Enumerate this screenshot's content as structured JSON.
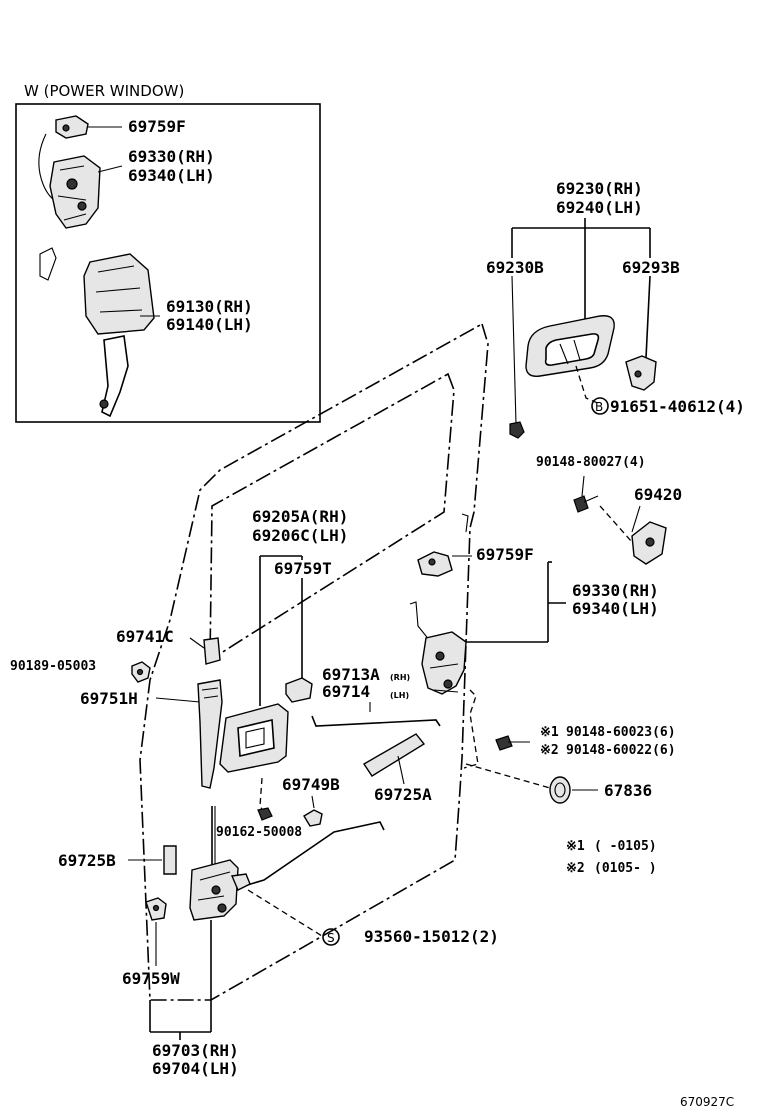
{
  "inset": {
    "title": "W (POWER WINDOW)",
    "labels": {
      "p69759F": "69759F",
      "p69330_rh": "69330(RH)",
      "p69340_lh": "69340(LH)",
      "p69130_rh": "69130(RH)",
      "p69140_lh": "69140(LH)"
    }
  },
  "labels": {
    "p69230_rh": "69230(RH)",
    "p69240_lh": "69240(LH)",
    "p69230B": "69230B",
    "p69293B": "69293B",
    "p91651": "91651-40612(4)",
    "p91651_mark": "B",
    "p90148_80027": "90148-80027(4)",
    "p69420": "69420",
    "p69205A_rh": "69205A(RH)",
    "p69206C_lh": "69206C(LH)",
    "p69759T": "69759T",
    "p69759F": "69759F",
    "p69330_rh": "69330(RH)",
    "p69340_lh": "69340(LH)",
    "p69741C": "69741C",
    "p90189": "90189-05003",
    "p69713A": "69713A",
    "p69713A_side": "(RH)",
    "p69714": "69714",
    "p69714_side": "(LH)",
    "p69751H": "69751H",
    "p90148_60023": "90148-60023(6)",
    "p90148_60023_mark": "※1",
    "p90148_60022": "90148-60022(6)",
    "p90148_60022_mark": "※2",
    "p69749B": "69749B",
    "p69725A": "69725A",
    "p67836": "67836",
    "p90162": "90162-50008",
    "p69725B": "69725B",
    "p93560": "93560-15012(2)",
    "p93560_mark": "S",
    "p69759W": "69759W",
    "p69703_rh": "69703(RH)",
    "p69704_lh": "69704(LH)"
  },
  "footnotes": {
    "note1_mark": "※1",
    "note1_text": "(    -0105)",
    "note2_mark": "※2",
    "note2_text": "(0105-     )"
  },
  "diagram_code": "670927C"
}
